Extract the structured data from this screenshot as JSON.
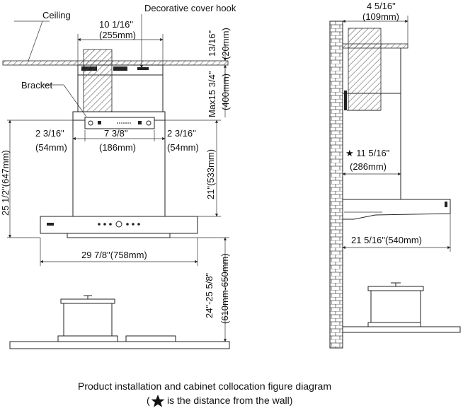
{
  "labels": {
    "ceiling": "Ceiling",
    "decorative_cover_hook": "Decorative cover hook",
    "bracket": "Bracket"
  },
  "dimensions": {
    "cover_width_in": "10 1/16\"",
    "cover_width_mm": "(255mm)",
    "ceiling_gap": "13/16\"",
    "ceiling_gap_mm": "(20mm)",
    "max_chimney": "Max15 3/4\"",
    "max_chimney_mm": "(400mm)",
    "bracket_left_in": "2 3/16\"",
    "bracket_left_mm": "(54mm)",
    "bracket_mid_in": "7 3/8\"",
    "bracket_mid_mm": "(186mm)",
    "bracket_right_in": "2 3/16\"",
    "bracket_right_mm": "(54mm)",
    "total_height": "25 1/2\"(647mm)",
    "body_height": "21\"(533mm)",
    "width": "29 7/8\"(758mm)",
    "install_height": "24\"-25 5/8\"",
    "install_height_mm": "(610mm-650mm)",
    "side_top_in": "4 5/16\"",
    "side_top_mm": "(109mm)",
    "wall_distance_in": "★ 11 5/16\"",
    "wall_distance_mm": "(286mm)",
    "depth": "21 5/16\"(540mm)"
  },
  "caption": {
    "line1": "Product installation and cabinet collocation figure diagram",
    "line2_open": "(",
    "line2_rest": "is the distance from the wall)"
  },
  "icons": {
    "star": "star-icon"
  }
}
